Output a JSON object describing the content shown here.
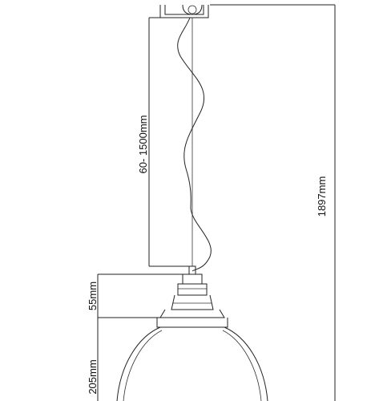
{
  "dimensions": {
    "cable_length": "60- 1500mm",
    "total_height": "1897mm",
    "socket_height": "55mm",
    "shade_height": "205mm"
  },
  "colors": {
    "line": "#222222",
    "background": "#ffffff"
  }
}
